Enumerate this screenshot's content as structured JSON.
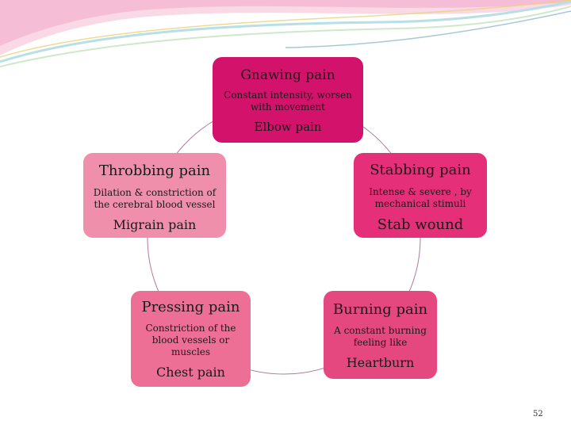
{
  "diagram": {
    "nodes": [
      {
        "title": "Gnawing pain",
        "description": "Constant intensity, worsen with movement",
        "example": "Elbow pain",
        "color": "#d3136b"
      },
      {
        "title": "Stabbing pain",
        "description": "Intense & severe , by mechanical stimuli",
        "example": "Stab wound",
        "color": "#e62f79"
      },
      {
        "title": "Burning pain",
        "description": "A constant burning feeling like",
        "example": "Heartburn",
        "color": "#e5487f"
      },
      {
        "title": "Pressing pain",
        "description": "Constriction of the blood vessels or muscles",
        "example": "Chest pain",
        "color": "#ee6f96"
      },
      {
        "title": "Throbbing pain",
        "description": "Dilation & constriction of the cerebral blood vessel",
        "example": "Migrain pain",
        "color": "#f08fac"
      }
    ],
    "ring_color": "#b07a9a"
  },
  "page_number": "52"
}
